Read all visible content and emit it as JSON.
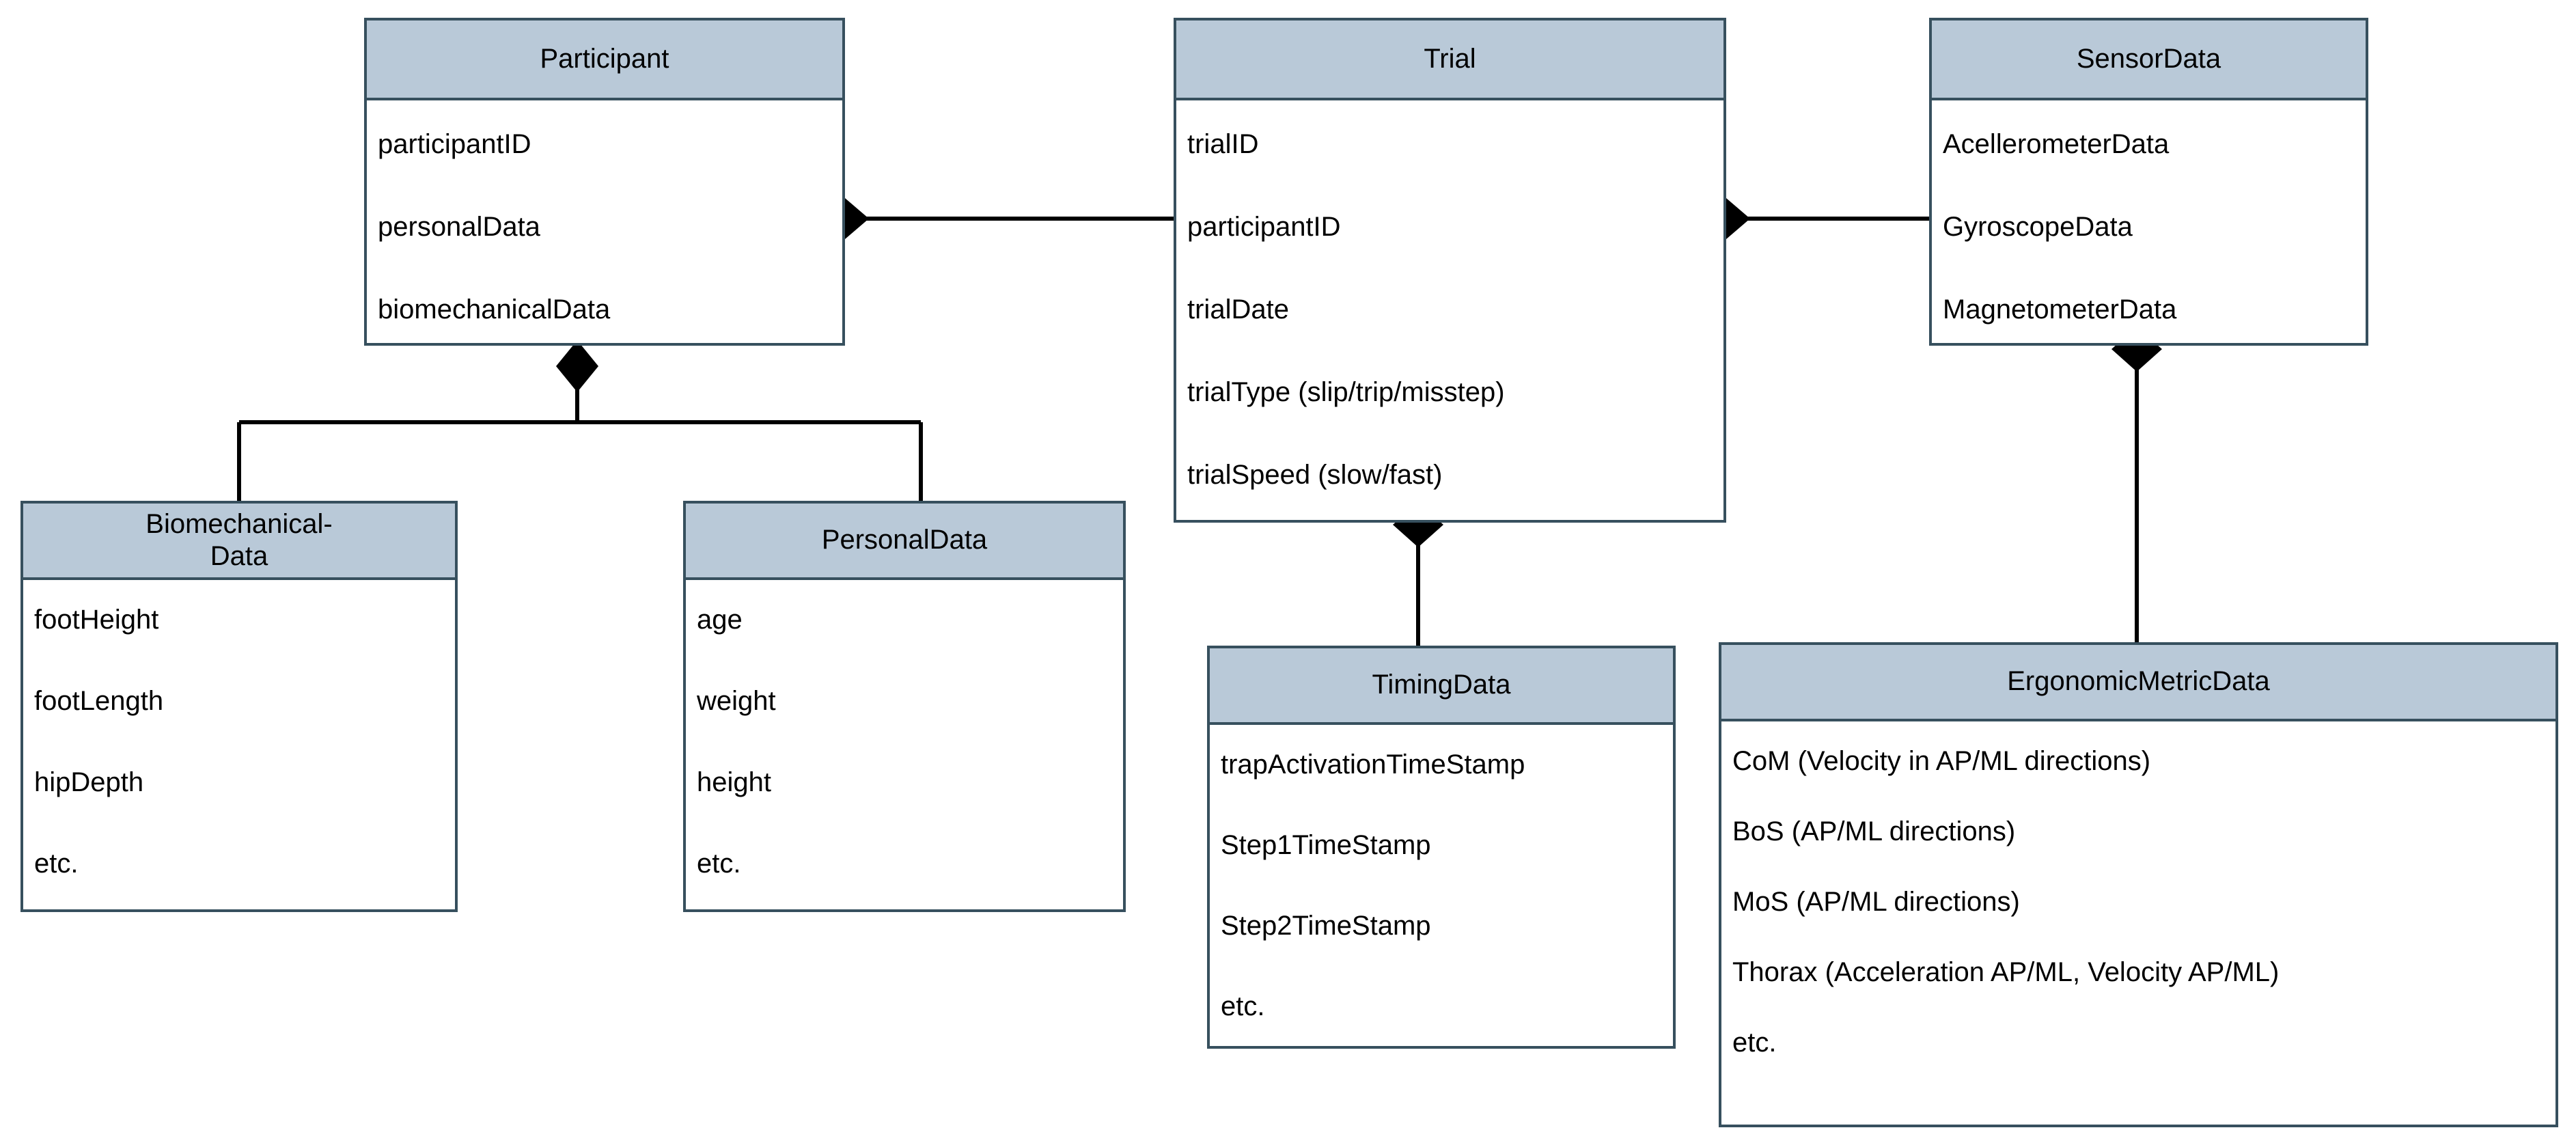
{
  "diagram": {
    "title": "Participant / Trial data model class diagram",
    "colors": {
      "header_fill": "#b9c9d8",
      "border": "#37505e",
      "body_fill": "#ffffff",
      "edge": "#000000",
      "text": "#000000"
    },
    "classes": [
      {
        "id": "participant",
        "name": "Participant",
        "title_lines": [
          "Participant"
        ],
        "attributes": [
          "participantID",
          "personalData",
          "biomechanicalData"
        ]
      },
      {
        "id": "trial",
        "name": "Trial",
        "title_lines": [
          "Trial"
        ],
        "attributes": [
          "trialID",
          "participantID",
          "trialDate",
          "trialType (slip/trip/misstep)",
          "trialSpeed (slow/fast)"
        ]
      },
      {
        "id": "sensordata",
        "name": "SensorData",
        "title_lines": [
          "SensorData"
        ],
        "attributes": [
          "AcellerometerData",
          "GyroscopeData",
          "MagnetometerData"
        ]
      },
      {
        "id": "biomechanicaldata",
        "name": "BiomechanicalData",
        "title_lines": [
          "Biomechanical-",
          "Data"
        ],
        "attributes": [
          "footHeight",
          "footLength",
          "hipDepth",
          "etc."
        ]
      },
      {
        "id": "personaldata",
        "name": "PersonalData",
        "title_lines": [
          "PersonalData"
        ],
        "attributes": [
          "age",
          "weight",
          "height",
          "etc."
        ]
      },
      {
        "id": "timingdata",
        "name": "TimingData",
        "title_lines": [
          "TimingData"
        ],
        "attributes": [
          "trapActivationTimeStamp",
          "Step1TimeStamp",
          "Step2TimeStamp",
          "etc."
        ]
      },
      {
        "id": "ergonomicmetricdata",
        "name": "ErgonomicMetricData",
        "title_lines": [
          "ErgonomicMetricData"
        ],
        "attributes": [
          "CoM (Velocity in AP/ML directions)",
          "BoS (AP/ML directions)",
          "MoS (AP/ML directions)",
          "Thorax (Acceleration AP/ML, Velocity AP/ML)",
          "etc."
        ]
      }
    ],
    "relationships": [
      {
        "id": "participant-trial",
        "type": "composition",
        "from": "participant",
        "to": "trial",
        "diamond_at": "participant"
      },
      {
        "id": "trial-sensordata",
        "type": "composition",
        "from": "trial",
        "to": "sensordata",
        "diamond_at": "trial"
      },
      {
        "id": "participant-biomechanicaldata",
        "type": "composition",
        "from": "participant",
        "to": "biomechanicaldata",
        "diamond_at": "participant"
      },
      {
        "id": "participant-personaldata",
        "type": "composition",
        "from": "participant",
        "to": "personaldata",
        "diamond_at": "participant"
      },
      {
        "id": "trial-timingdata",
        "type": "composition",
        "from": "trial",
        "to": "timingdata",
        "diamond_at": "trial"
      },
      {
        "id": "sensordata-ergonomicmetricdata",
        "type": "composition",
        "from": "sensordata",
        "to": "ergonomicmetricdata",
        "diamond_at": "sensordata"
      }
    ]
  }
}
